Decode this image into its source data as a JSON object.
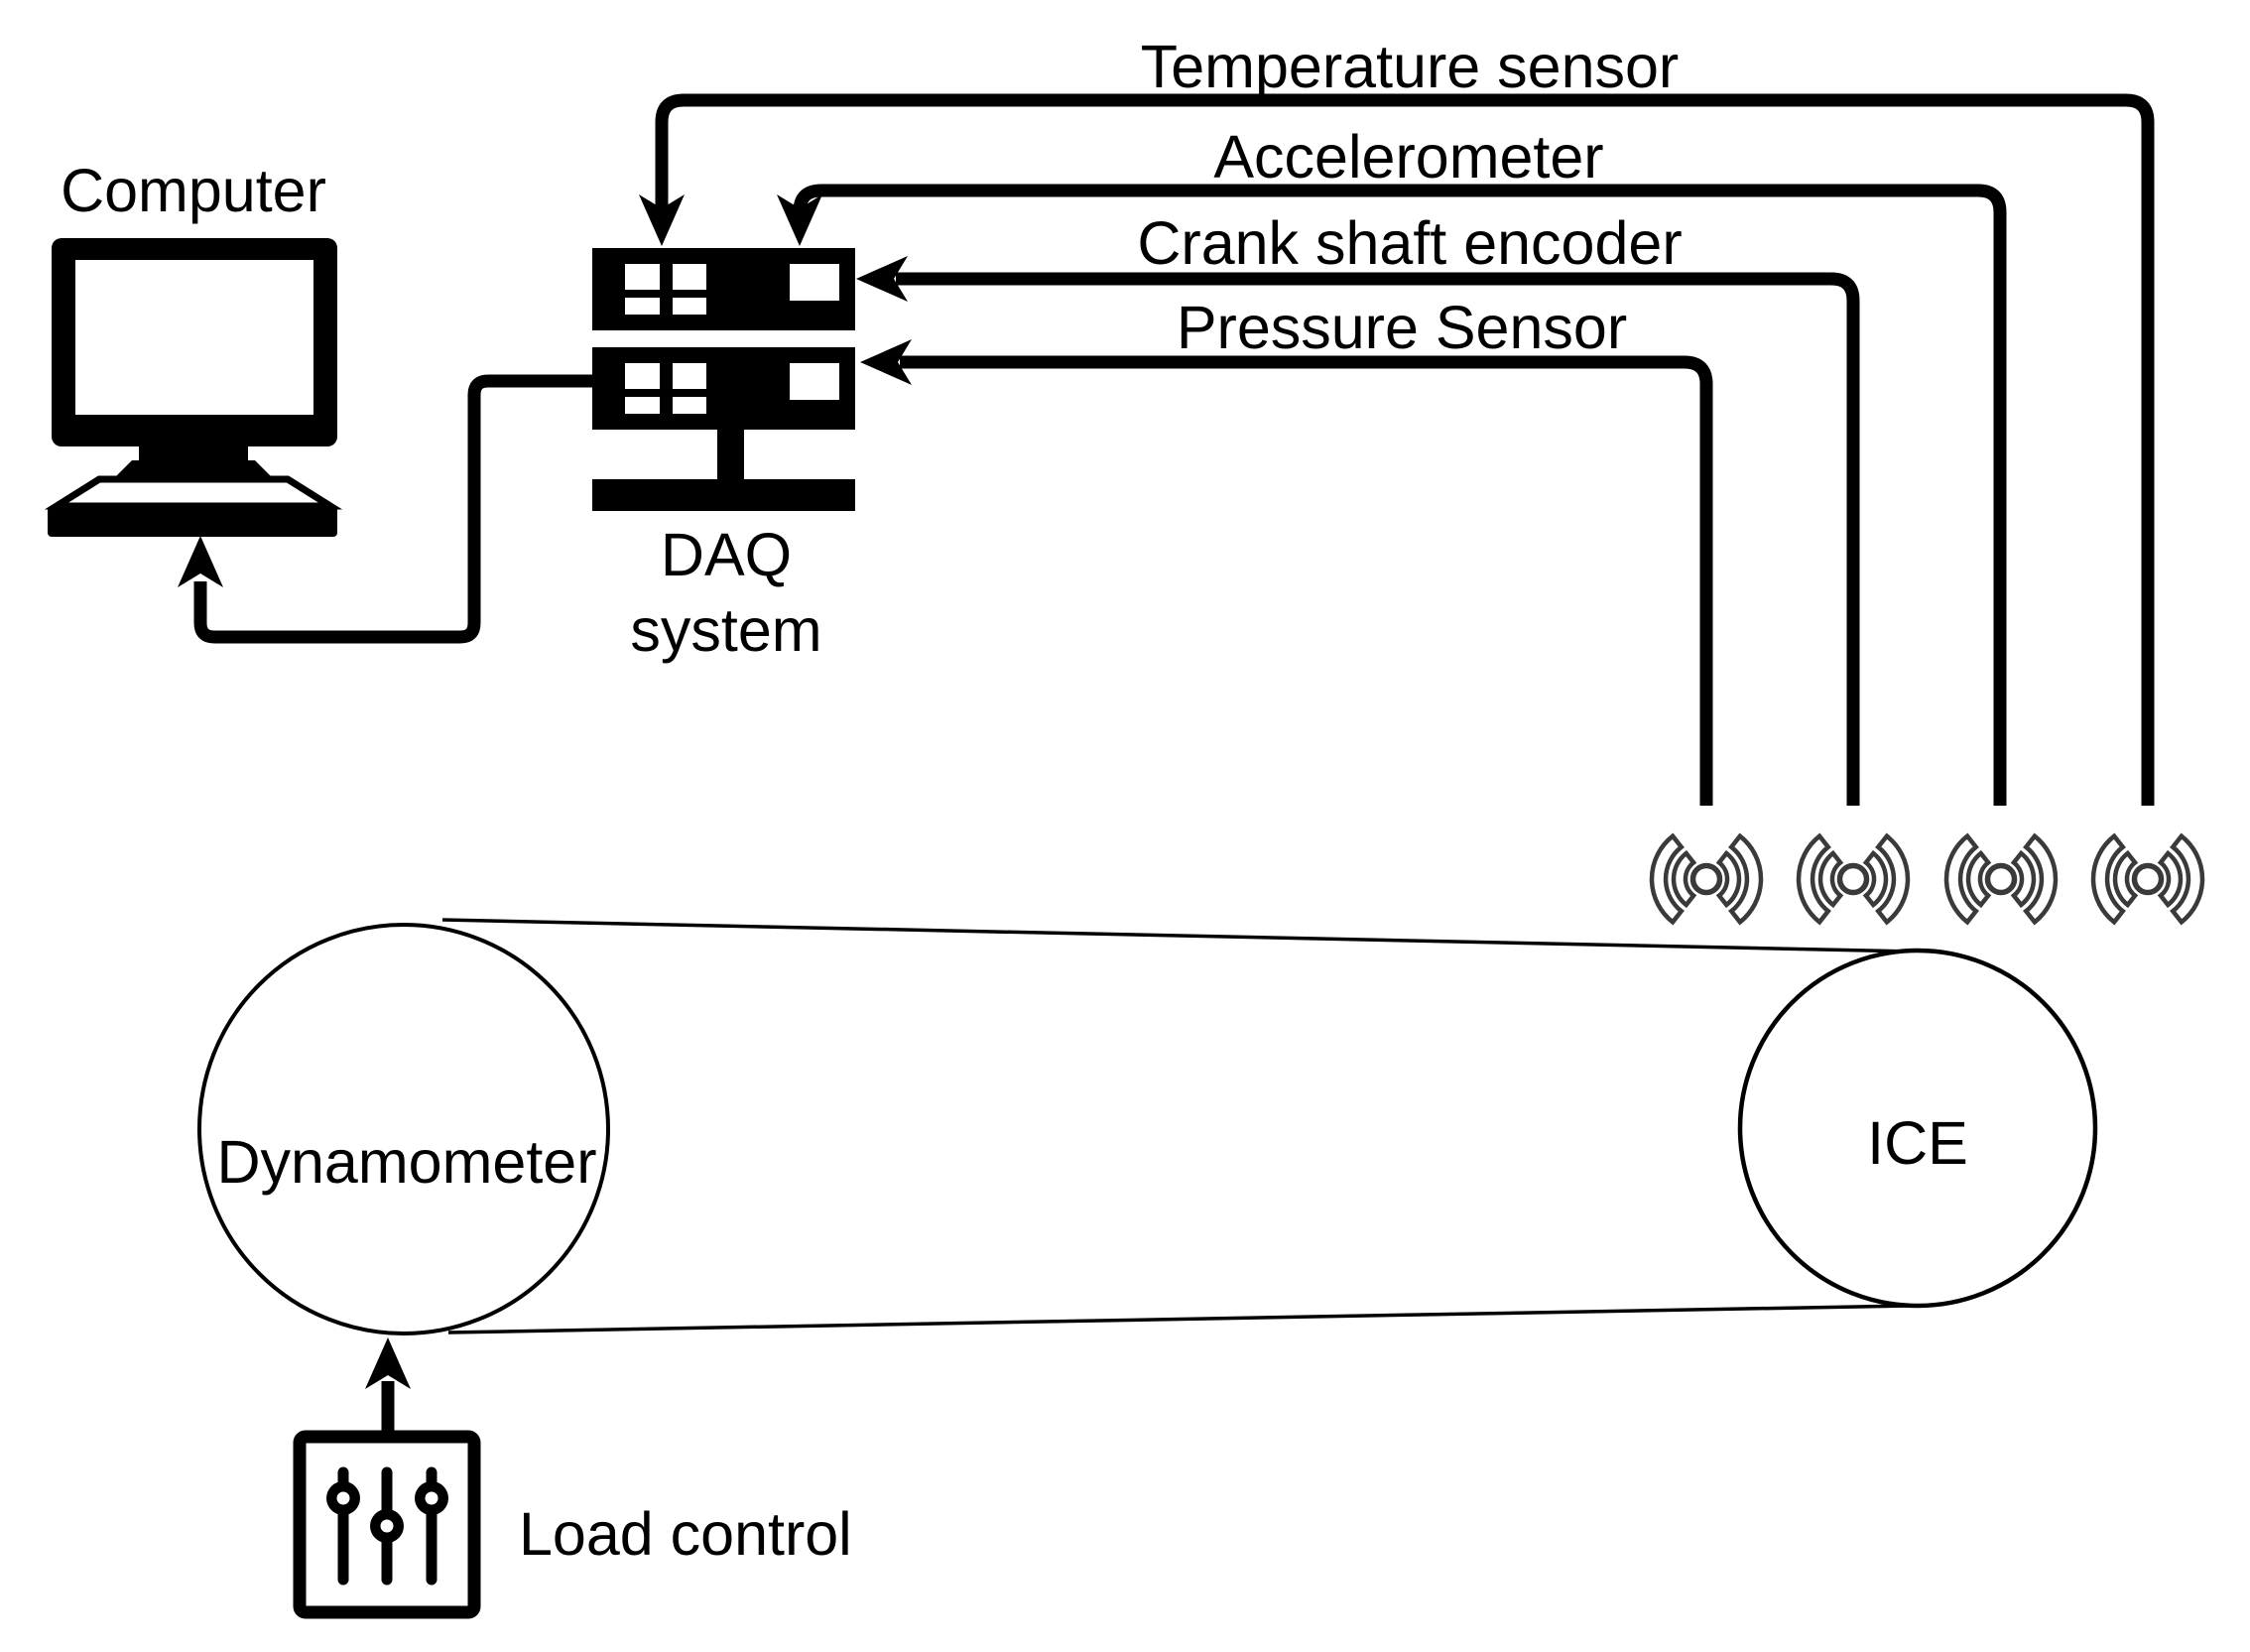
{
  "diagram": {
    "background_color": "#ffffff",
    "ink_color": "#000000",
    "wireless_icon_color": "#3a3a3a",
    "nodes": {
      "computer": {
        "label": "Computer"
      },
      "daq_system": {
        "label_line1": "DAQ",
        "label_line2": "system"
      },
      "dynamometer": {
        "label": "Dynamometer"
      },
      "ice_engine": {
        "label": "ICE"
      },
      "load_control": {
        "label": "Load control"
      }
    },
    "sensor_channels": [
      {
        "label": "Temperature sensor"
      },
      {
        "label": "Accelerometer"
      },
      {
        "label": "Crank shaft encoder"
      },
      {
        "label": "Pressure Sensor"
      }
    ],
    "wireless_links_count": 4
  }
}
